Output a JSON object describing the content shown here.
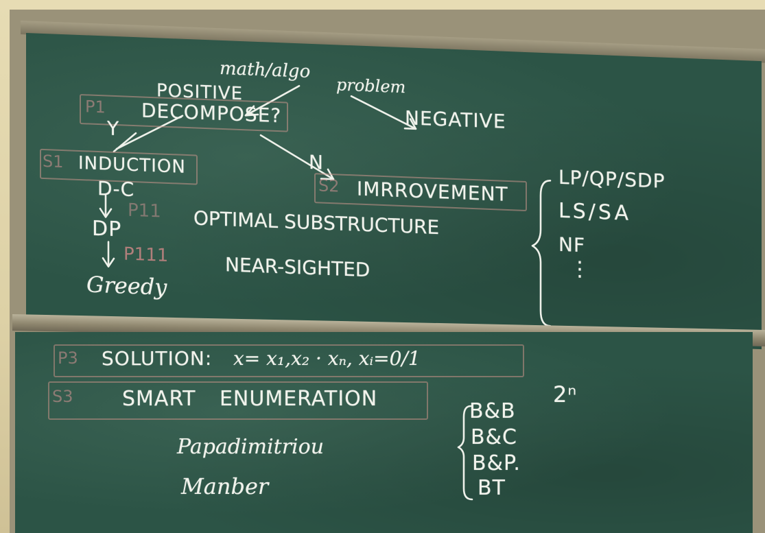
{
  "upper": {
    "math_algo": "math/algo",
    "problem": "problem",
    "positive": "POSITIVE",
    "negative": "NEGATIVE",
    "p1": "P1",
    "decompose": "DECOMPOSE?",
    "y": "Y",
    "n": "N",
    "s1": "S1",
    "induction": "INDUCTION",
    "dc": "D-C",
    "p11": "P11",
    "optimal_substructure": "OPTIMAL SUBSTRUCTURE",
    "dp": "DP",
    "p111": "P111",
    "near_sighted": "NEAR-SIGHTED",
    "greedy": "Greedy",
    "s2": "S2",
    "improvement": "IMRROVEMENT",
    "methods": [
      "LP/QP/SDP",
      "LS/SA",
      "NF",
      "⋮"
    ]
  },
  "lower": {
    "p3": "P3",
    "solution": "SOLUTION:",
    "solution_formula": "x= x₁,x₂ · xₙ, xᵢ=0/1",
    "s3": "S3",
    "smart_enumeration": "SMART ENUMERATION",
    "power": "2ⁿ",
    "papadimitriou": "Papadimitriou",
    "manber": "Manber",
    "branches": [
      "B&B",
      "B&C",
      "B&P.",
      "BT"
    ]
  }
}
